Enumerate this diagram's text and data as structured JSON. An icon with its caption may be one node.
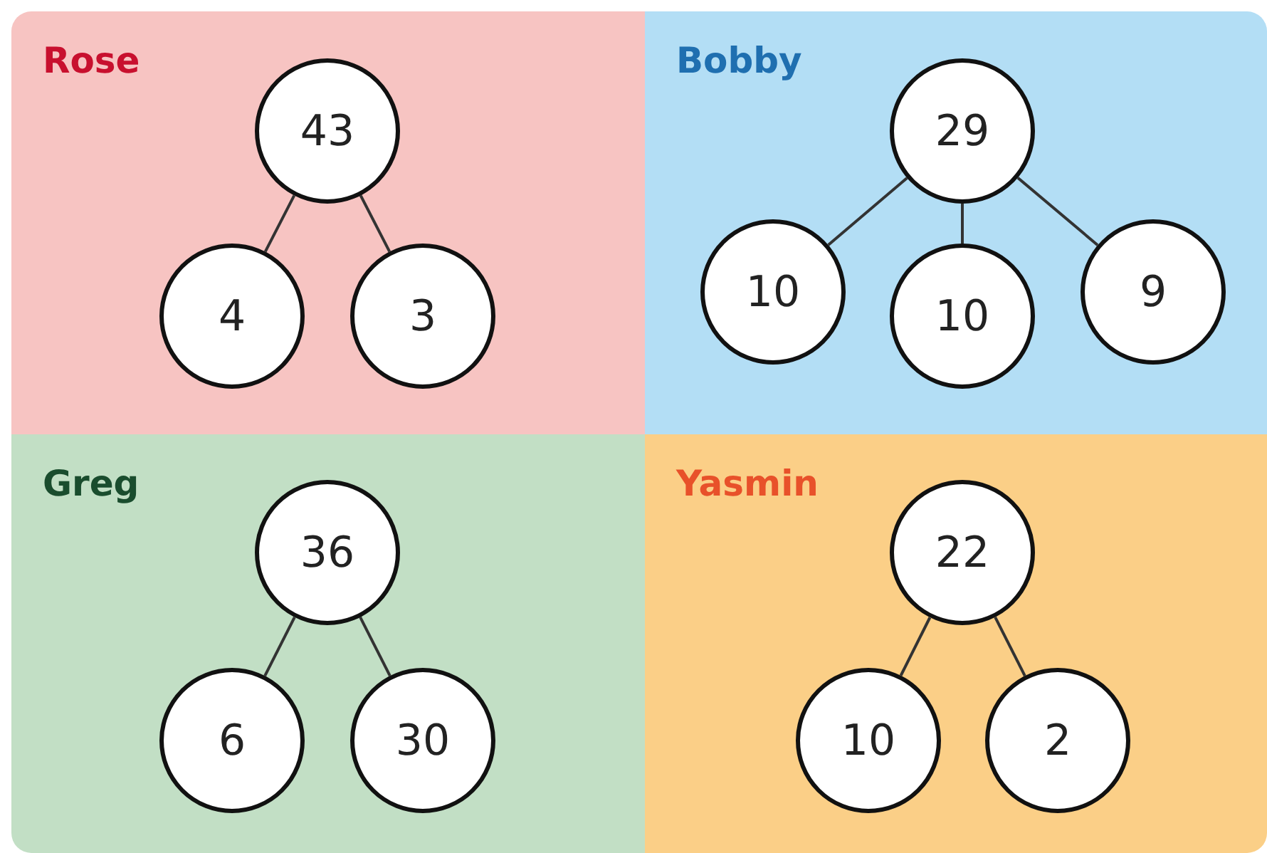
{
  "diagram": {
    "nodes": [
      {
        "text": [
          "Rose"
        ]
      },
      {
        "text": [
          "43"
        ],
        "in": 0
      },
      {
        "text": [
          "4"
        ],
        "in": 0
      },
      {
        "text": [
          "3"
        ],
        "in": 0
      },
      {
        "text": [
          "Bobby"
        ]
      },
      {
        "text": [
          "29"
        ],
        "in": 4
      },
      {
        "text": [
          "10"
        ],
        "in": 4
      },
      {
        "text": [
          "10"
        ],
        "in": 4
      },
      {
        "text": [
          "9"
        ],
        "in": 4
      },
      {
        "text": [
          "Greg"
        ]
      },
      {
        "text": [
          "36"
        ],
        "in": 9
      },
      {
        "text": [
          "6"
        ],
        "in": 9
      },
      {
        "text": [
          "30"
        ],
        "in": 9
      },
      {
        "text": [
          "Yasmin"
        ]
      },
      {
        "text": [
          "22"
        ],
        "in": 13
      },
      {
        "text": [
          "10"
        ],
        "in": 13
      },
      {
        "text": [
          "2"
        ],
        "in": 13
      }
    ],
    "edges": [
      {
        "from": 1,
        "to": 2,
        "arrow": "none"
      },
      {
        "from": 1,
        "to": 3,
        "arrow": "none"
      },
      {
        "from": 5,
        "to": 6,
        "arrow": "none"
      },
      {
        "from": 5,
        "to": 7,
        "arrow": "none"
      },
      {
        "from": 5,
        "to": 8,
        "arrow": "none"
      },
      {
        "from": 10,
        "to": 11,
        "arrow": "none"
      },
      {
        "from": 10,
        "to": 12,
        "arrow": "none"
      },
      {
        "from": 14,
        "to": 15,
        "arrow": "none"
      },
      {
        "from": 14,
        "to": 16,
        "arrow": "none"
      }
    ]
  }
}
